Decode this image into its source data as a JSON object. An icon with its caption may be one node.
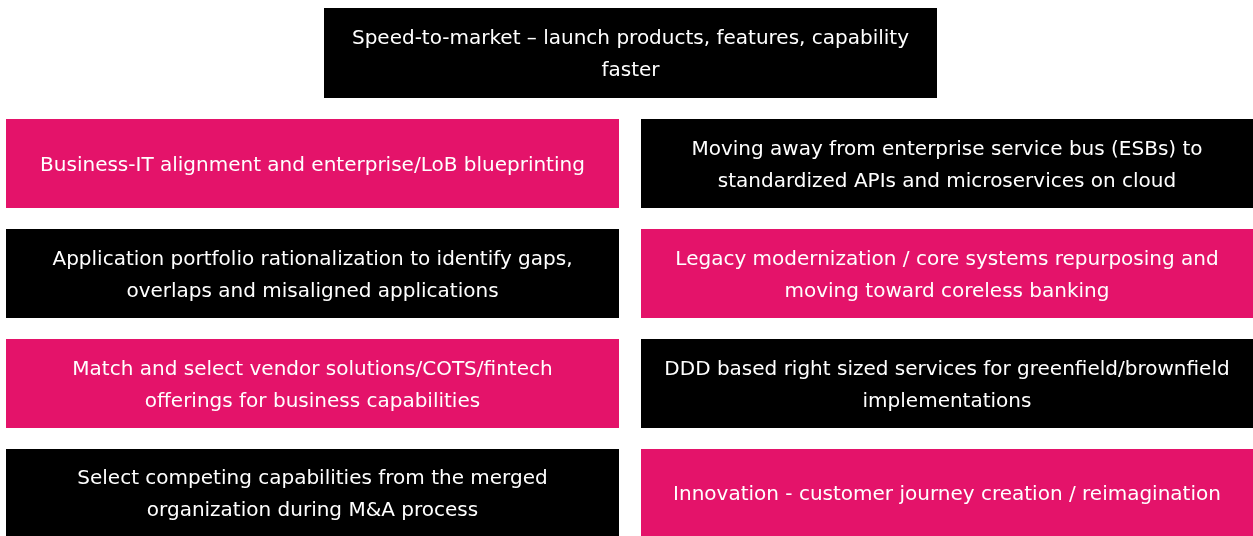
{
  "diagram": {
    "nodes": [
      {
        "text": [
          "Speed-to-market – launch products, features, capability faster"
        ]
      },
      {
        "text": [
          "Business-IT alignment and enterprise/LoB blueprinting"
        ]
      },
      {
        "text": [
          "Moving away from enterprise service bus (ESBs) to standardized APIs and microservices on cloud"
        ]
      },
      {
        "text": [
          "Application portfolio rationalization to identify gaps, overlaps and misaligned applications"
        ]
      },
      {
        "text": [
          "Legacy modernization / core systems repurposing and moving toward coreless banking"
        ]
      },
      {
        "text": [
          "Match and select vendor solutions/COTS/fintech offerings for business capabilities"
        ]
      },
      {
        "text": [
          "DDD based right sized services for greenfield/brownfield implementations"
        ]
      },
      {
        "text": [
          "Select competing capabilities from the merged organization during M&A process"
        ]
      },
      {
        "text": [
          "Innovation - customer journey creation / reimagination"
        ]
      }
    ]
  }
}
